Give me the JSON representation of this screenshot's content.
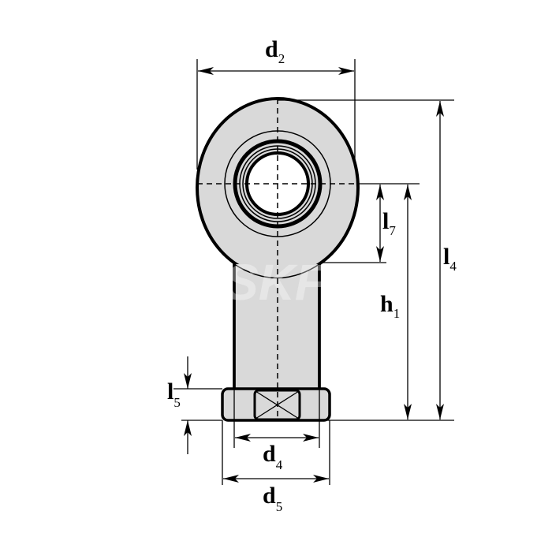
{
  "title": "Rod end with female thread - dimension drawing",
  "watermark": "SKF",
  "colors": {
    "body_fill": "#d9d9d9",
    "line": "#000000",
    "background": "#ffffff"
  },
  "dimensions": {
    "d2": {
      "main": "d",
      "sub": "2"
    },
    "l4": {
      "main": "l",
      "sub": "4"
    },
    "h1": {
      "main": "h",
      "sub": "1"
    },
    "l7": {
      "main": "l",
      "sub": "7"
    },
    "l5": {
      "main": "l",
      "sub": "5"
    },
    "d4": {
      "main": "d",
      "sub": "4"
    },
    "d5": {
      "main": "d",
      "sub": "5"
    }
  }
}
